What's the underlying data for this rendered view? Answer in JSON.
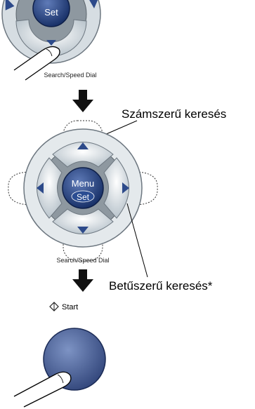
{
  "top_dial": {
    "set_label": "Set",
    "caption": "Search/Speed Dial"
  },
  "middle_dial": {
    "menu_label": "Menu",
    "set_label": "Set",
    "caption": "Search/Speed Dial"
  },
  "callouts": {
    "numeric_search": "Számszerű keresés",
    "alpha_search": "Betűszerű keresés*"
  },
  "start": {
    "label": "Start"
  },
  "colors": {
    "key_gray": "#cfd8de",
    "key_dark": "#7f8b94",
    "arrow_blue": "#2d4a8a",
    "center_blue": "#1e3a78",
    "start_blue": "#4a6098"
  }
}
